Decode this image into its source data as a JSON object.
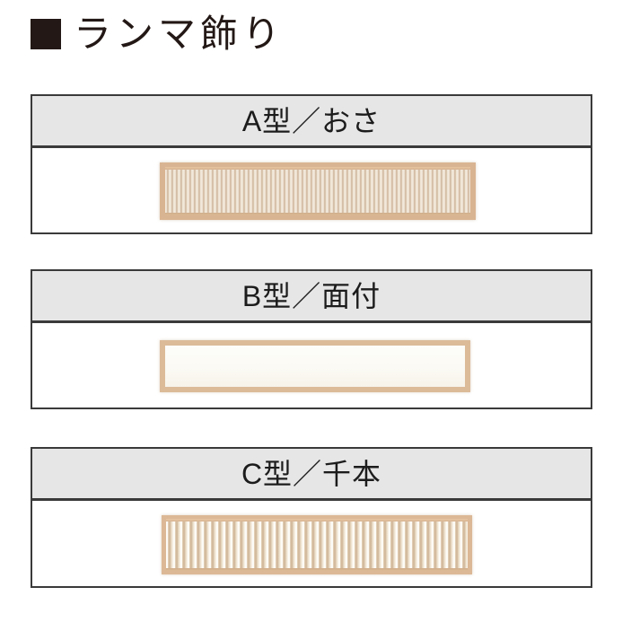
{
  "page": {
    "title_bullet_icon": "filled-square-icon",
    "title": "ランマ飾り",
    "background_color": "#ffffff",
    "text_color": "#231815"
  },
  "style_tokens": {
    "header_background": "#e6e6e6",
    "border_color": "#3a3a3a",
    "wood_frame_color": "#dcbb99",
    "wood_slat_light": "#f6efe4",
    "wood_slat_dark": "#c9ae93"
  },
  "sections": [
    {
      "id": "a",
      "header": "A型／おさ",
      "artwork_name": "transom-osa-dense-slats",
      "artwork_kind": "dense-vertical-slats",
      "slat_gap": false
    },
    {
      "id": "b",
      "header": "B型／面付",
      "artwork_name": "transom-mentsuke-plain-frame",
      "artwork_kind": "plain-empty-frame",
      "slat_gap": false
    },
    {
      "id": "c",
      "header": "C型／千本",
      "artwork_name": "transom-senbon-spaced-bars",
      "artwork_kind": "spaced-vertical-bars",
      "slat_gap": true
    }
  ]
}
